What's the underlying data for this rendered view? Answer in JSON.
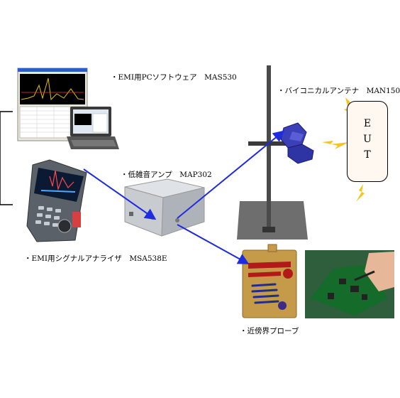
{
  "labels": {
    "software": "・EMI用PCソフトウェア　MAS530",
    "antenna": "・バイコニカルアンテナ　MAN150",
    "amplifier": "・低雑音アンプ　MAP302",
    "analyzer": "・EMI用シグナルアナライザ　MSA538E",
    "probe": "・近傍界プローブ"
  },
  "eut": {
    "label": "EUT"
  },
  "colors": {
    "arrow": "#1f2be0",
    "lightning": "#f7c41a",
    "eut_border": "#000000"
  }
}
